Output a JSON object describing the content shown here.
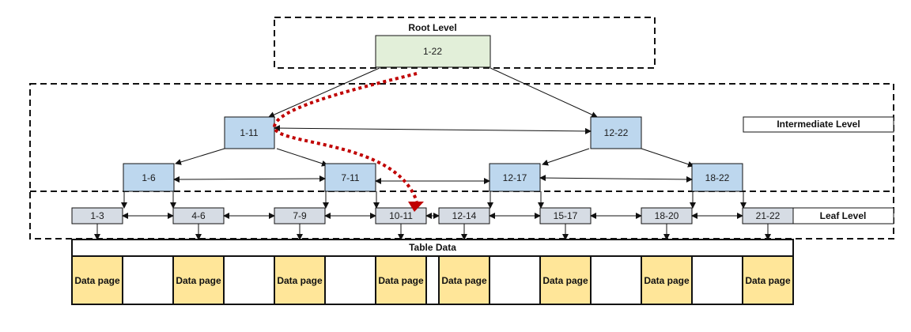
{
  "colors": {
    "root_fill": "#e2efd9",
    "intermediate_fill": "#bdd7ee",
    "leaf_fill": "#d6dce4",
    "data_page_fill": "#ffe699",
    "path_color": "#c00000"
  },
  "labels": {
    "root_level": "Root Level",
    "intermediate_level": "Intermediate Level",
    "leaf_level": "Leaf Level",
    "table_data": "Table Data"
  },
  "root": {
    "label": "1-22"
  },
  "intermediate": {
    "upper": [
      {
        "label": "1-11"
      },
      {
        "label": "12-22"
      }
    ],
    "lower": [
      {
        "label": "1-6"
      },
      {
        "label": "7-11"
      },
      {
        "label": "12-17"
      },
      {
        "label": "18-22"
      }
    ]
  },
  "leaves": [
    {
      "label": "1-3"
    },
    {
      "label": "4-6"
    },
    {
      "label": "7-9"
    },
    {
      "label": "10-11"
    },
    {
      "label": "12-14"
    },
    {
      "label": "15-17"
    },
    {
      "label": "18-20"
    },
    {
      "label": "21-22"
    }
  ],
  "data_page_label": "Data page",
  "data_pages": [
    "Data page",
    "Data page",
    "Data page",
    "Data page",
    "Data page",
    "Data page",
    "Data page",
    "Data page"
  ]
}
